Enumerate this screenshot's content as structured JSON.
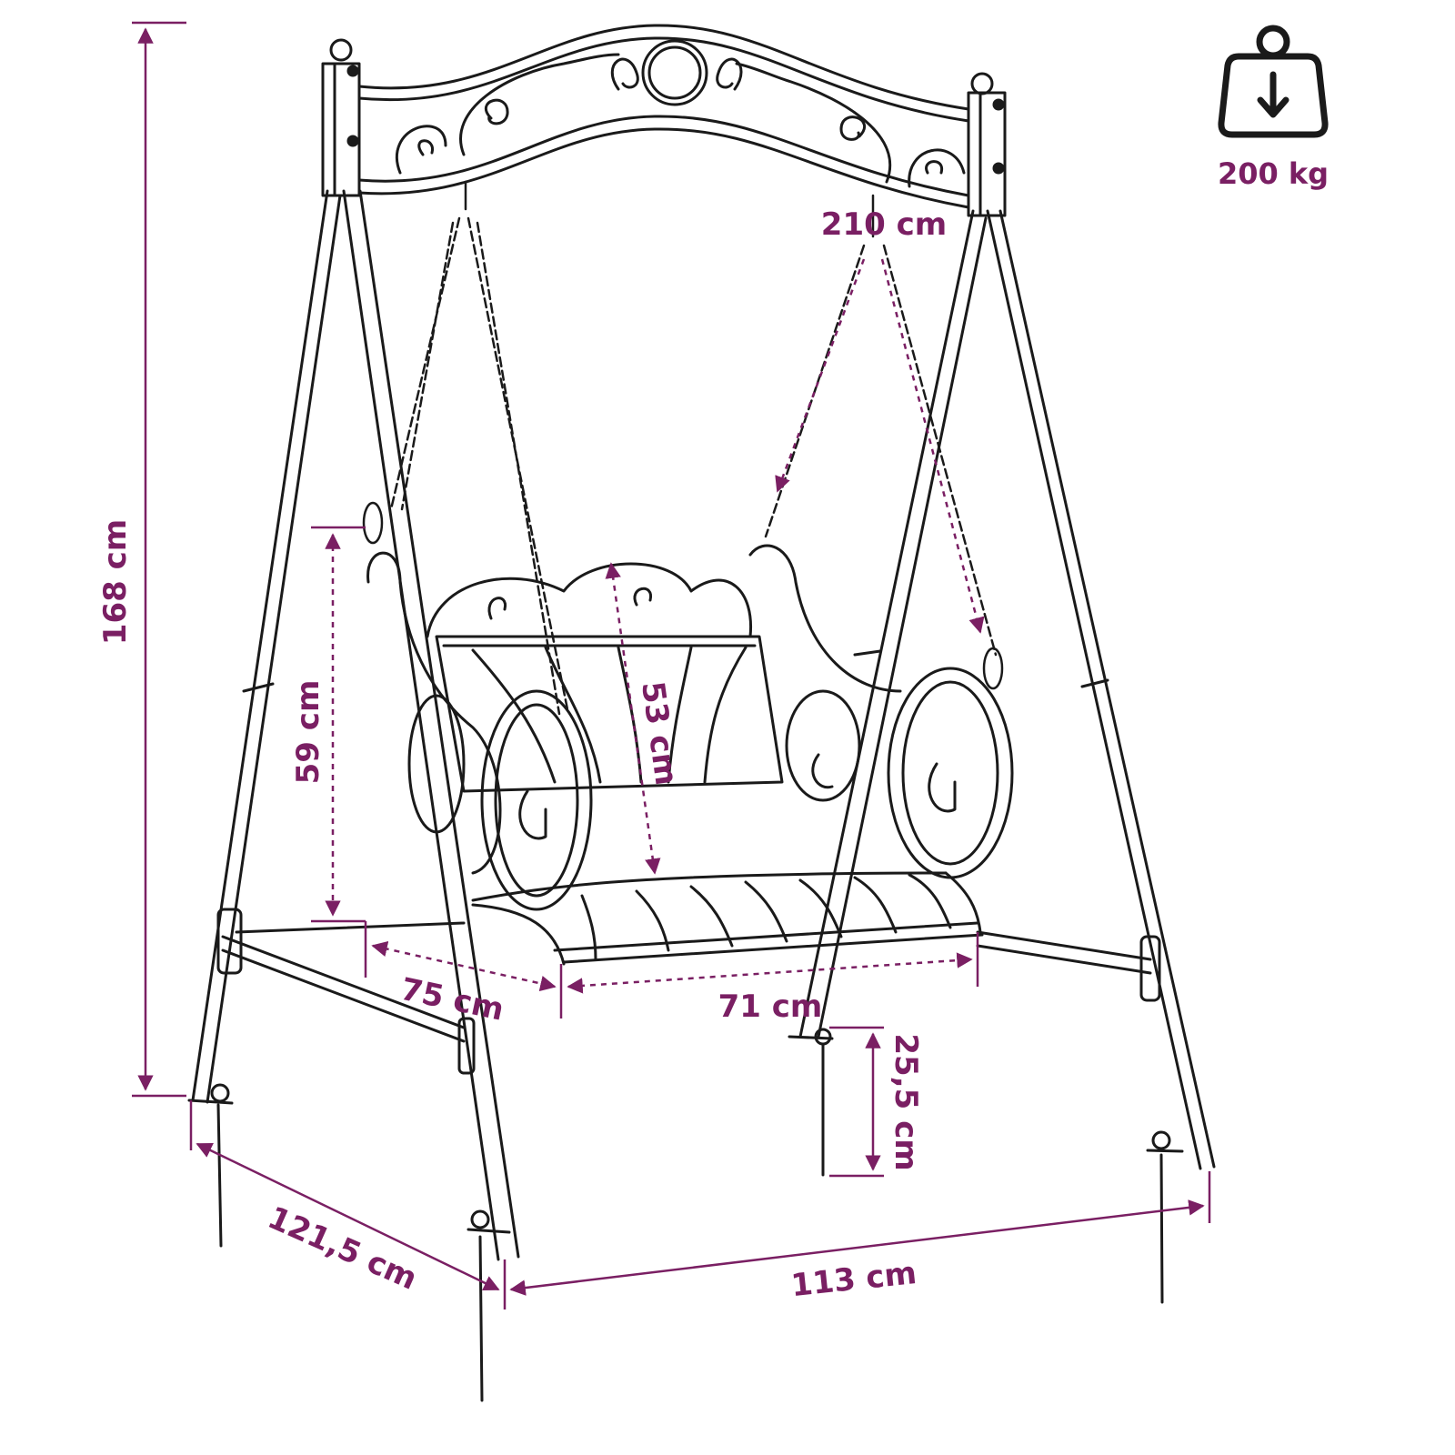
{
  "colors": {
    "dimension": "#7a1f63",
    "line_art": "#1a1a1a",
    "background": "#ffffff"
  },
  "weight": {
    "icon": "weight-icon",
    "label": "200 kg"
  },
  "dimensions": {
    "total_height": "168 cm",
    "chain_length": "210 cm",
    "seat_back_height": "59 cm",
    "backrest_height": "53 cm",
    "seat_depth": "75 cm",
    "seat_width": "71 cm",
    "stake_length": "25,5 cm",
    "base_depth": "121,5 cm",
    "base_width": "113 cm"
  }
}
